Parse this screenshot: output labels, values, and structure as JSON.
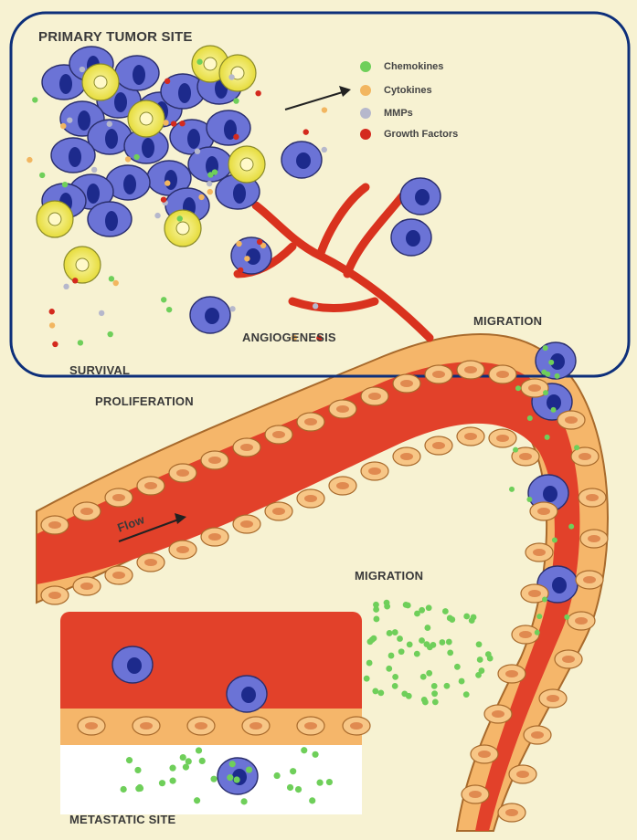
{
  "labels": {
    "primary_tumor_site": "PRIMARY TUMOR SITE",
    "angiogenesis": "ANGIOGENESIS",
    "survival": "SURVIVAL",
    "proliferation": "PROLIFERATION",
    "migration_top": "MIGRATION",
    "migration_mid": "MIGRATION",
    "flow": "Flow",
    "metastatic_site": "METASTATIC SITE"
  },
  "legend": [
    {
      "label": "Chemokines",
      "color": "#6fcf5a"
    },
    {
      "label": "Cytokines",
      "color": "#f2b660"
    },
    {
      "label": "MMPs",
      "color": "#b6b8cc"
    },
    {
      "label": "Growth Factors",
      "color": "#d42a1e"
    }
  ],
  "colors": {
    "background": "#f7f2d2",
    "frame": "#0d2f7a",
    "vessel": "#e2412a",
    "endothelial": "#f5b66a",
    "tumor_cell": "#6b73d6",
    "nucleus": "#1d2a8c",
    "immune_cell": "#f1ea56",
    "chemokine": "#6fcf5a"
  }
}
